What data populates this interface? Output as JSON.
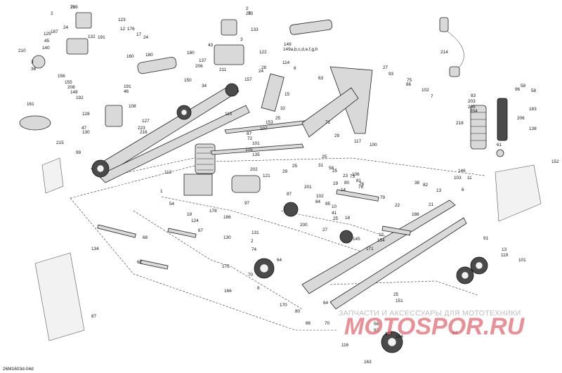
{
  "diagram_code": "26M1603d-04d",
  "watermark": {
    "line1": "ЗАПЧАСТИ И АКСЕССУАРЫ ДЛЯ МОТОТЕХНИКИ",
    "line2": "MOTOSPOR.RU"
  },
  "callouts": [
    "209",
    "2",
    "123",
    "187",
    "24",
    "125",
    "45",
    "140",
    "210",
    "3",
    "36",
    "132",
    "191",
    "12",
    "176",
    "17",
    "24",
    "180",
    "160",
    "156",
    "155",
    "208",
    "148",
    "192",
    "191",
    "46",
    "161",
    "108",
    "128",
    "47",
    "130",
    "127",
    "223",
    "216",
    "215",
    "99",
    "34",
    "150",
    "110",
    "113",
    "2",
    "28",
    "133",
    "43",
    "3",
    "122",
    "137",
    "206",
    "211",
    "157",
    "24",
    "180",
    "149",
    "149a,b,c,d,e,f,g,h",
    "214",
    "114",
    "6",
    "15",
    "63",
    "27",
    "93",
    "75",
    "86",
    "102",
    "7",
    "83",
    "203",
    "205",
    "204",
    "58",
    "218",
    "58",
    "183",
    "206",
    "138",
    "61",
    "152",
    "32",
    "25",
    "153",
    "107",
    "87",
    "72",
    "101",
    "105",
    "135",
    "202",
    "117",
    "100",
    "31",
    "25",
    "29",
    "25",
    "25",
    "23",
    "106",
    "146",
    "121",
    "97",
    "201",
    "87",
    "102",
    "84",
    "95",
    "10",
    "41",
    "25",
    "200",
    "27",
    "79",
    "22",
    "188",
    "21",
    "1",
    "54",
    "19",
    "124",
    "67",
    "68",
    "134",
    "62",
    "178",
    "186",
    "130",
    "131",
    "2",
    "74",
    "64",
    "175",
    "70",
    "166",
    "8",
    "170",
    "80",
    "145",
    "171",
    "12",
    "154",
    "91",
    "13",
    "119",
    "101",
    "25",
    "151",
    "64",
    "56",
    "92",
    "197",
    "184",
    "84",
    "66",
    "70",
    "116",
    "163",
    "87",
    "58",
    "96",
    "71",
    "82",
    "38",
    "13",
    "103",
    "11",
    "6",
    "28",
    "73",
    "29",
    "19",
    "80",
    "14",
    "18",
    "73",
    "81",
    "76",
    "78",
    "79"
  ]
}
